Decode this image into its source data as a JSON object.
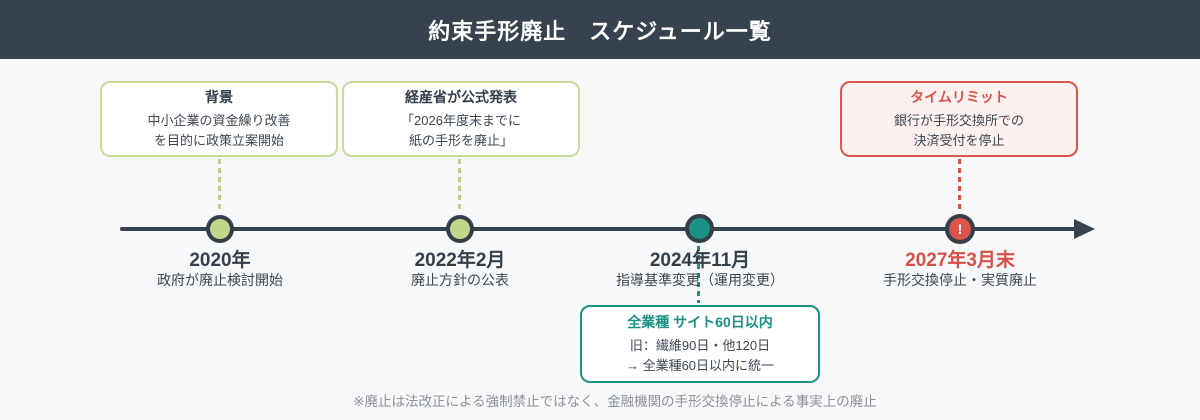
{
  "header": {
    "title": "約束手形廃止　スケジュール一覧"
  },
  "callouts": [
    {
      "id": "background",
      "title": "背景",
      "lines": [
        "中小企業の資金繰り改善",
        "を目的に政策立案開始"
      ]
    },
    {
      "id": "official-announcement",
      "title": "経産省が公式発表",
      "lines": [
        "「2026年度末までに",
        "紙の手形を廃止」"
      ]
    },
    {
      "id": "time-limit",
      "title": "タイムリミット",
      "lines": [
        "銀行が手形交換所での",
        "決済受付を停止"
      ]
    },
    {
      "id": "site-rule",
      "title": "全業種 サイト60日以内",
      "lines": [
        "旧：繊維90日・他120日",
        "→ 全業種60日以内に統一"
      ]
    }
  ],
  "milestones": [
    {
      "date": "2020年",
      "label": "政府が廃止検討開始",
      "marker": ""
    },
    {
      "date": "2022年2月",
      "label": "廃止方針の公表",
      "marker": ""
    },
    {
      "date": "2024年11月",
      "label": "指導基準変更（運用変更）",
      "marker": ""
    },
    {
      "date": "2027年3月末",
      "label": "手形交換停止・実質廃止",
      "marker": "!"
    }
  ],
  "footnote": "※廃止は法改正による強制禁止ではなく、金融機関の手形交換停止による事実上の廃止",
  "colors": {
    "header_bg": "#36424d",
    "page_bg": "#f7f8f9",
    "dark_text": "#333f4a",
    "green_fill": "#c2d78b",
    "green_border": "#c9db9c",
    "teal": "#1a9184",
    "red": "#dc5349",
    "red_box_bg": "#fdf1ef",
    "footnote_gray": "#8d9195"
  }
}
